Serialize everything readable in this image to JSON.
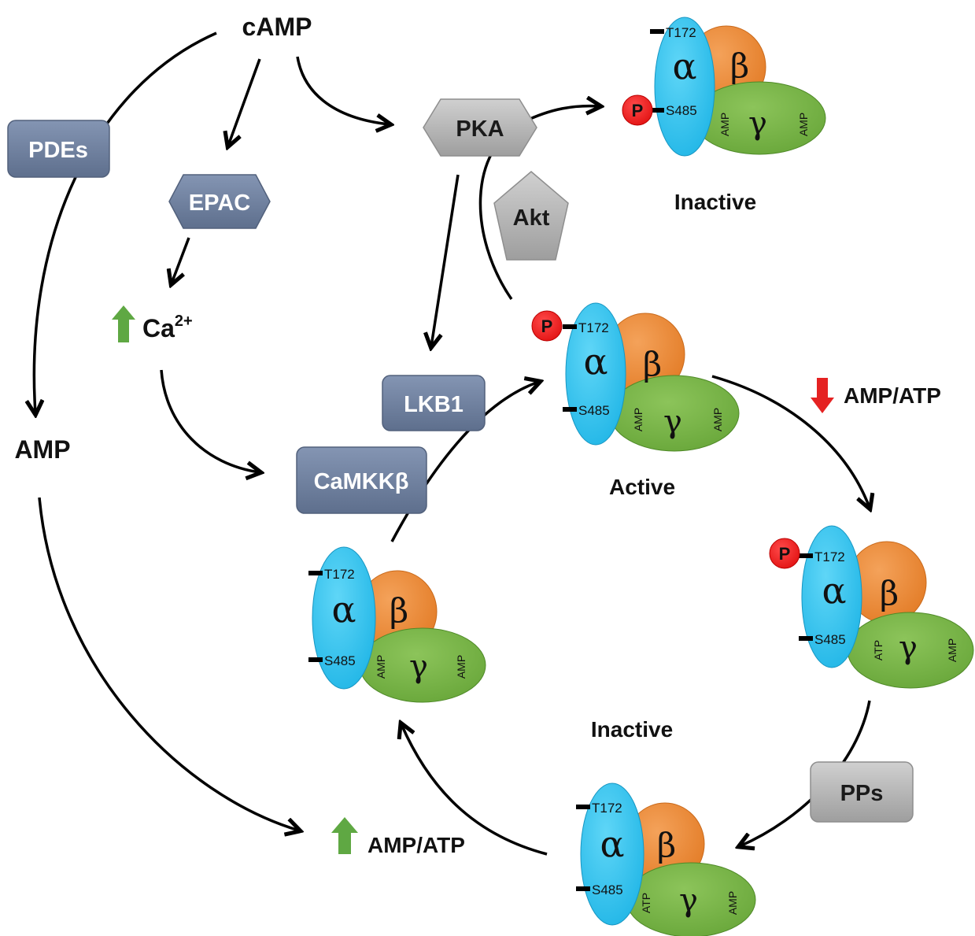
{
  "colors": {
    "alpha": "#29c3ef",
    "beta": "#ee8a3a",
    "gamma": "#72b043",
    "phospho": "#ee1c1c",
    "blue_box": "#6d7e9c",
    "grey_box": "#b3b3b3",
    "up_arrow": "#5fa843",
    "down_arrow": "#e52222"
  },
  "labels": {
    "camp": "cAMP",
    "amp": "AMP",
    "ca_base": "Ca",
    "ca_sup": "2+",
    "amp_atp": "AMP/ATP",
    "state_inactive": "Inactive",
    "state_active": "Active"
  },
  "nodes": {
    "pdes": "PDEs",
    "epac": "EPAC",
    "pka": "PKA",
    "akt": "Akt",
    "lkb1": "LKB1",
    "camkkb": "CaMKKβ",
    "pps": "PPs"
  },
  "ampk": {
    "alpha": "α",
    "beta": "β",
    "gamma": "γ",
    "phospho": "P",
    "t172": "T172",
    "s485": "S485",
    "amp": "AMP",
    "atp": "ATP"
  }
}
